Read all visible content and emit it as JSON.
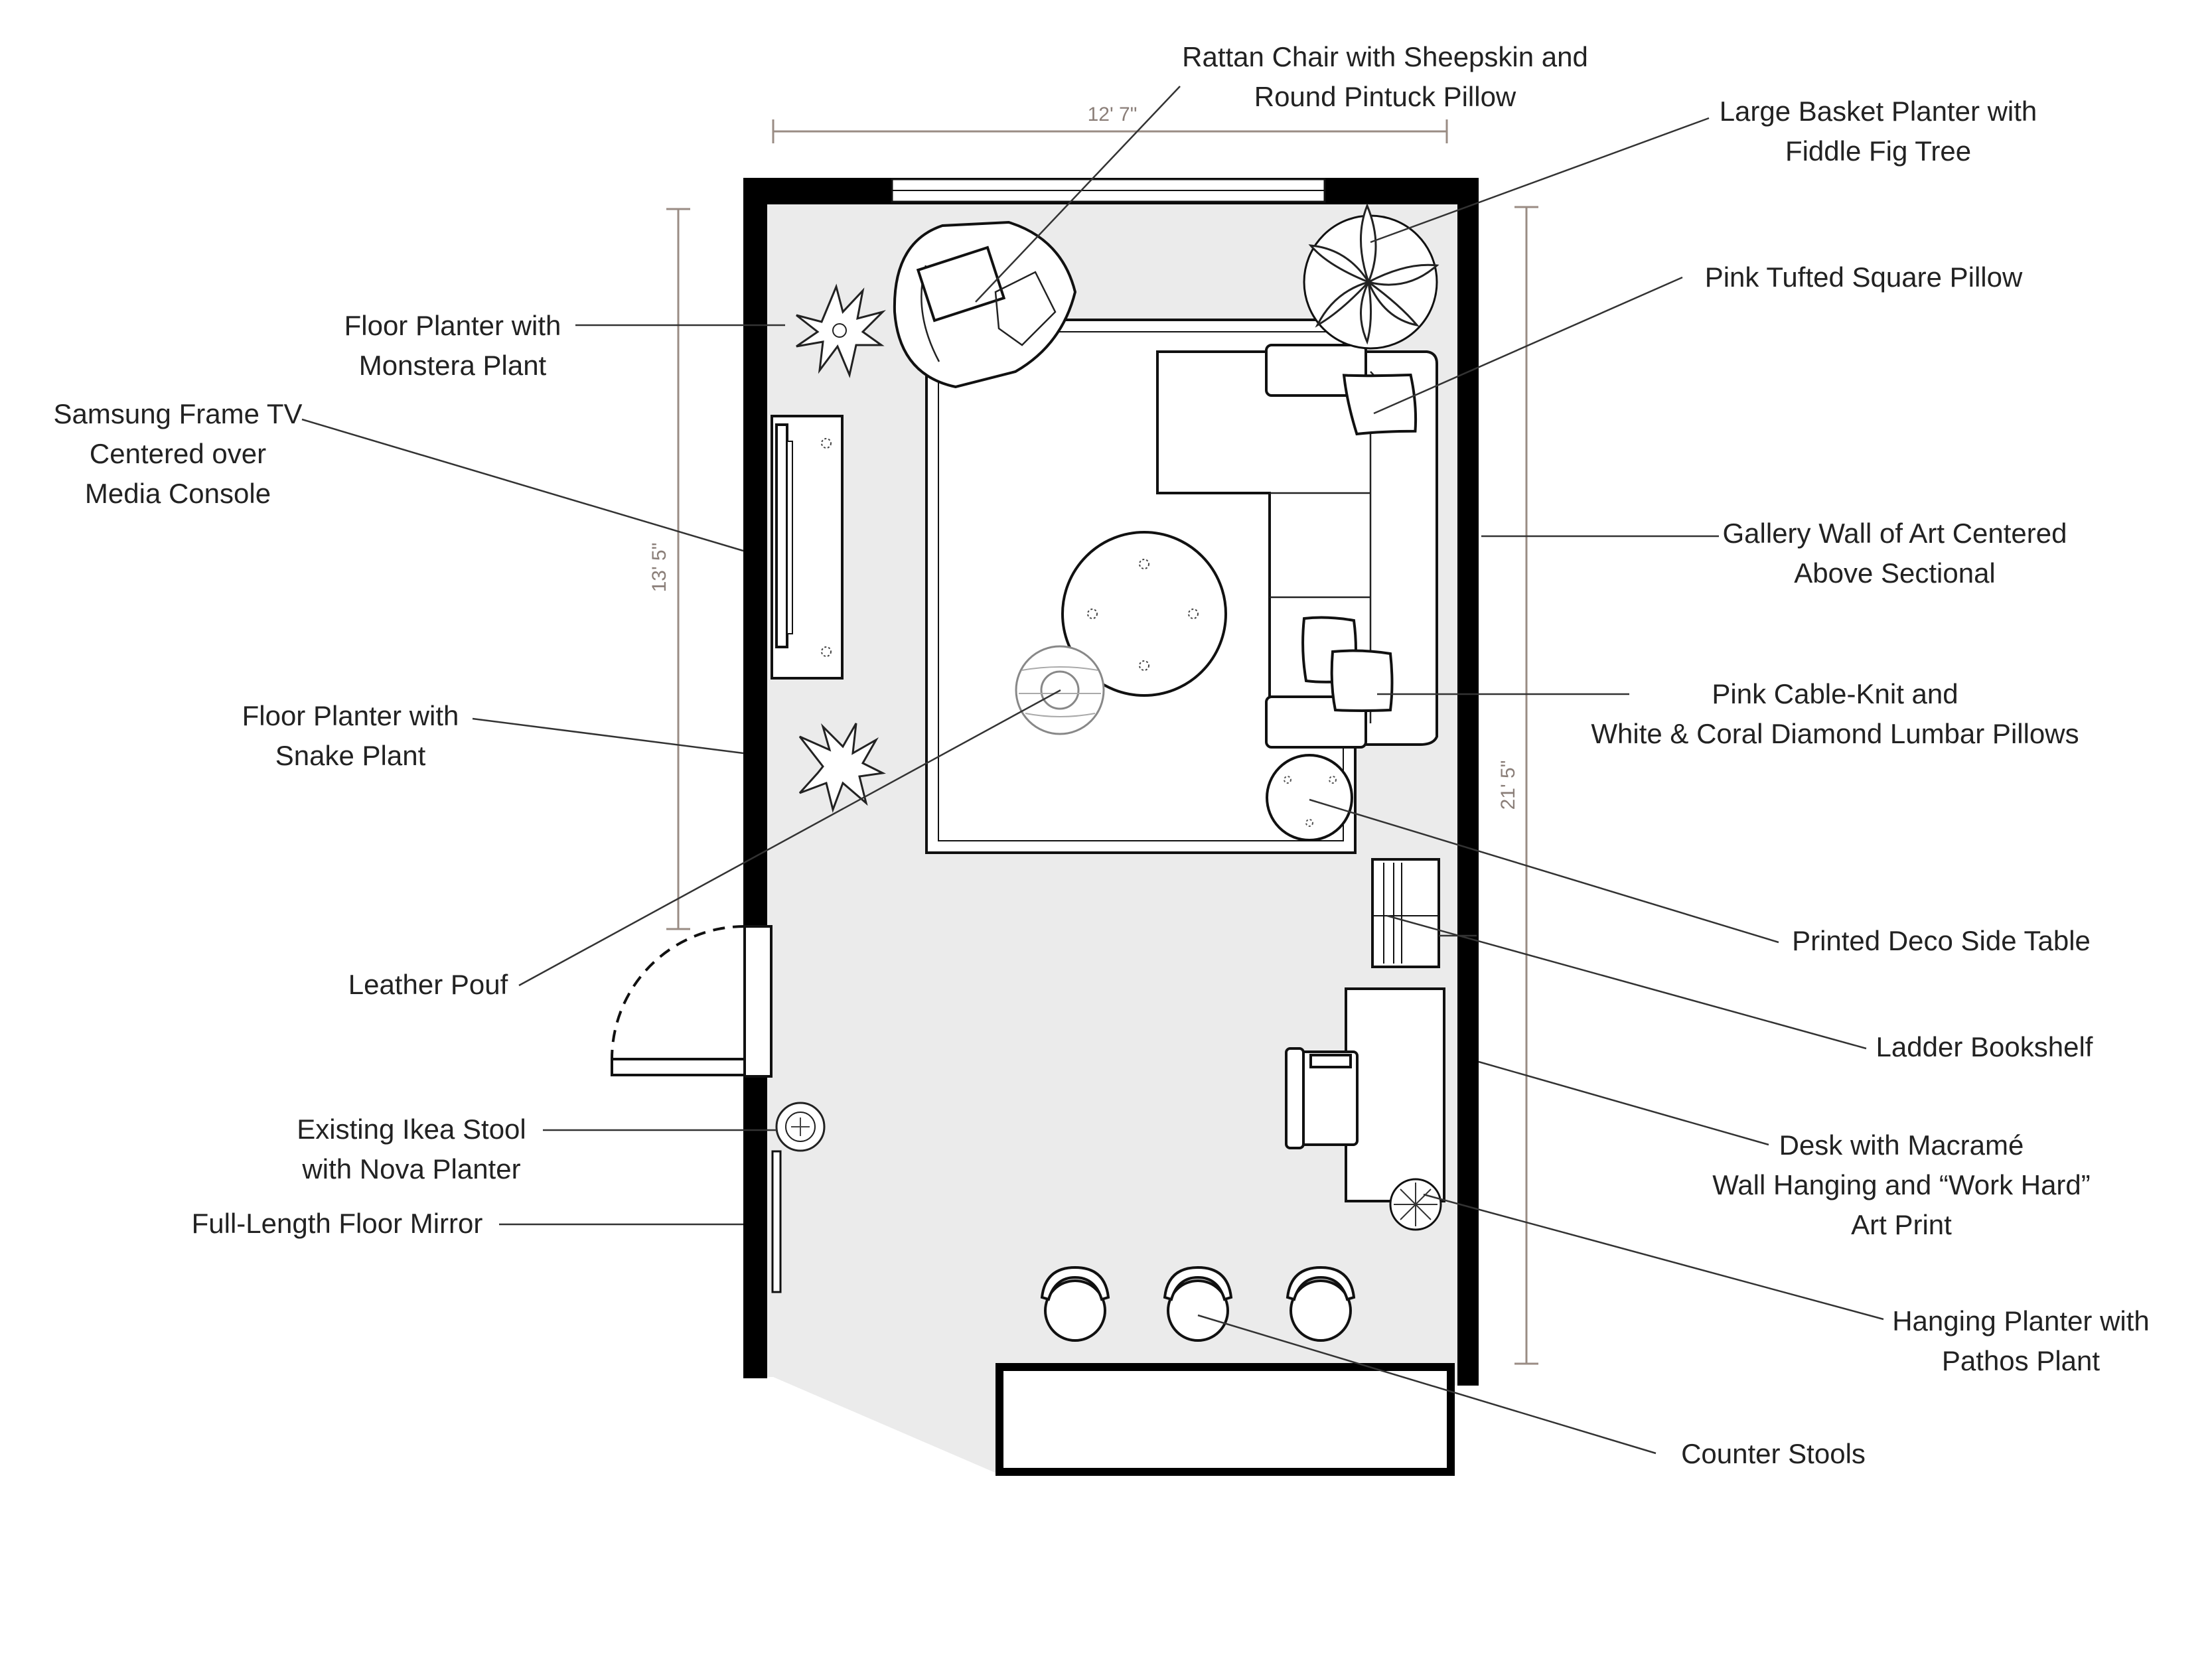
{
  "dimensions": {
    "width": "12' 7\"",
    "left_height": "13' 5\"",
    "right_height": "21' 5\""
  },
  "labels": {
    "rattan_chair": [
      "Rattan Chair with Sheepskin and",
      "Round Pintuck Pillow"
    ],
    "basket_planter": [
      "Large Basket Planter with",
      "Fiddle Fig Tree"
    ],
    "pink_tufted_pillow": [
      "Pink Tufted Square Pillow"
    ],
    "gallery_wall": [
      "Gallery Wall of Art Centered",
      "Above Sectional"
    ],
    "lumbar_pillows": [
      "Pink Cable-Knit and",
      "White & Coral Diamond Lumbar Pillows"
    ],
    "deco_side_table": [
      "Printed Deco Side Table"
    ],
    "ladder_bookshelf": [
      "Ladder Bookshelf"
    ],
    "desk": [
      "Desk with Macramé",
      "Wall Hanging and “Work Hard”",
      "Art Print"
    ],
    "hanging_planter": [
      "Hanging Planter with",
      "Pathos Plant"
    ],
    "counter_stools": [
      "Counter Stools"
    ],
    "monstera_planter": [
      "Floor Planter with",
      "Monstera Plant"
    ],
    "samsung_tv": [
      "Samsung Frame TV",
      "Centered over",
      "Media Console"
    ],
    "snake_planter": [
      "Floor Planter with",
      "Snake Plant"
    ],
    "leather_pouf": [
      "Leather Pouf"
    ],
    "ikea_stool": [
      "Existing Ikea Stool",
      "with Nova Planter"
    ],
    "floor_mirror": [
      "Full-Length Floor Mirror"
    ]
  },
  "colors": {
    "wall": "#000000",
    "floor": "#ebebeb",
    "dimension": "#9a8c84",
    "text": "#222222"
  }
}
